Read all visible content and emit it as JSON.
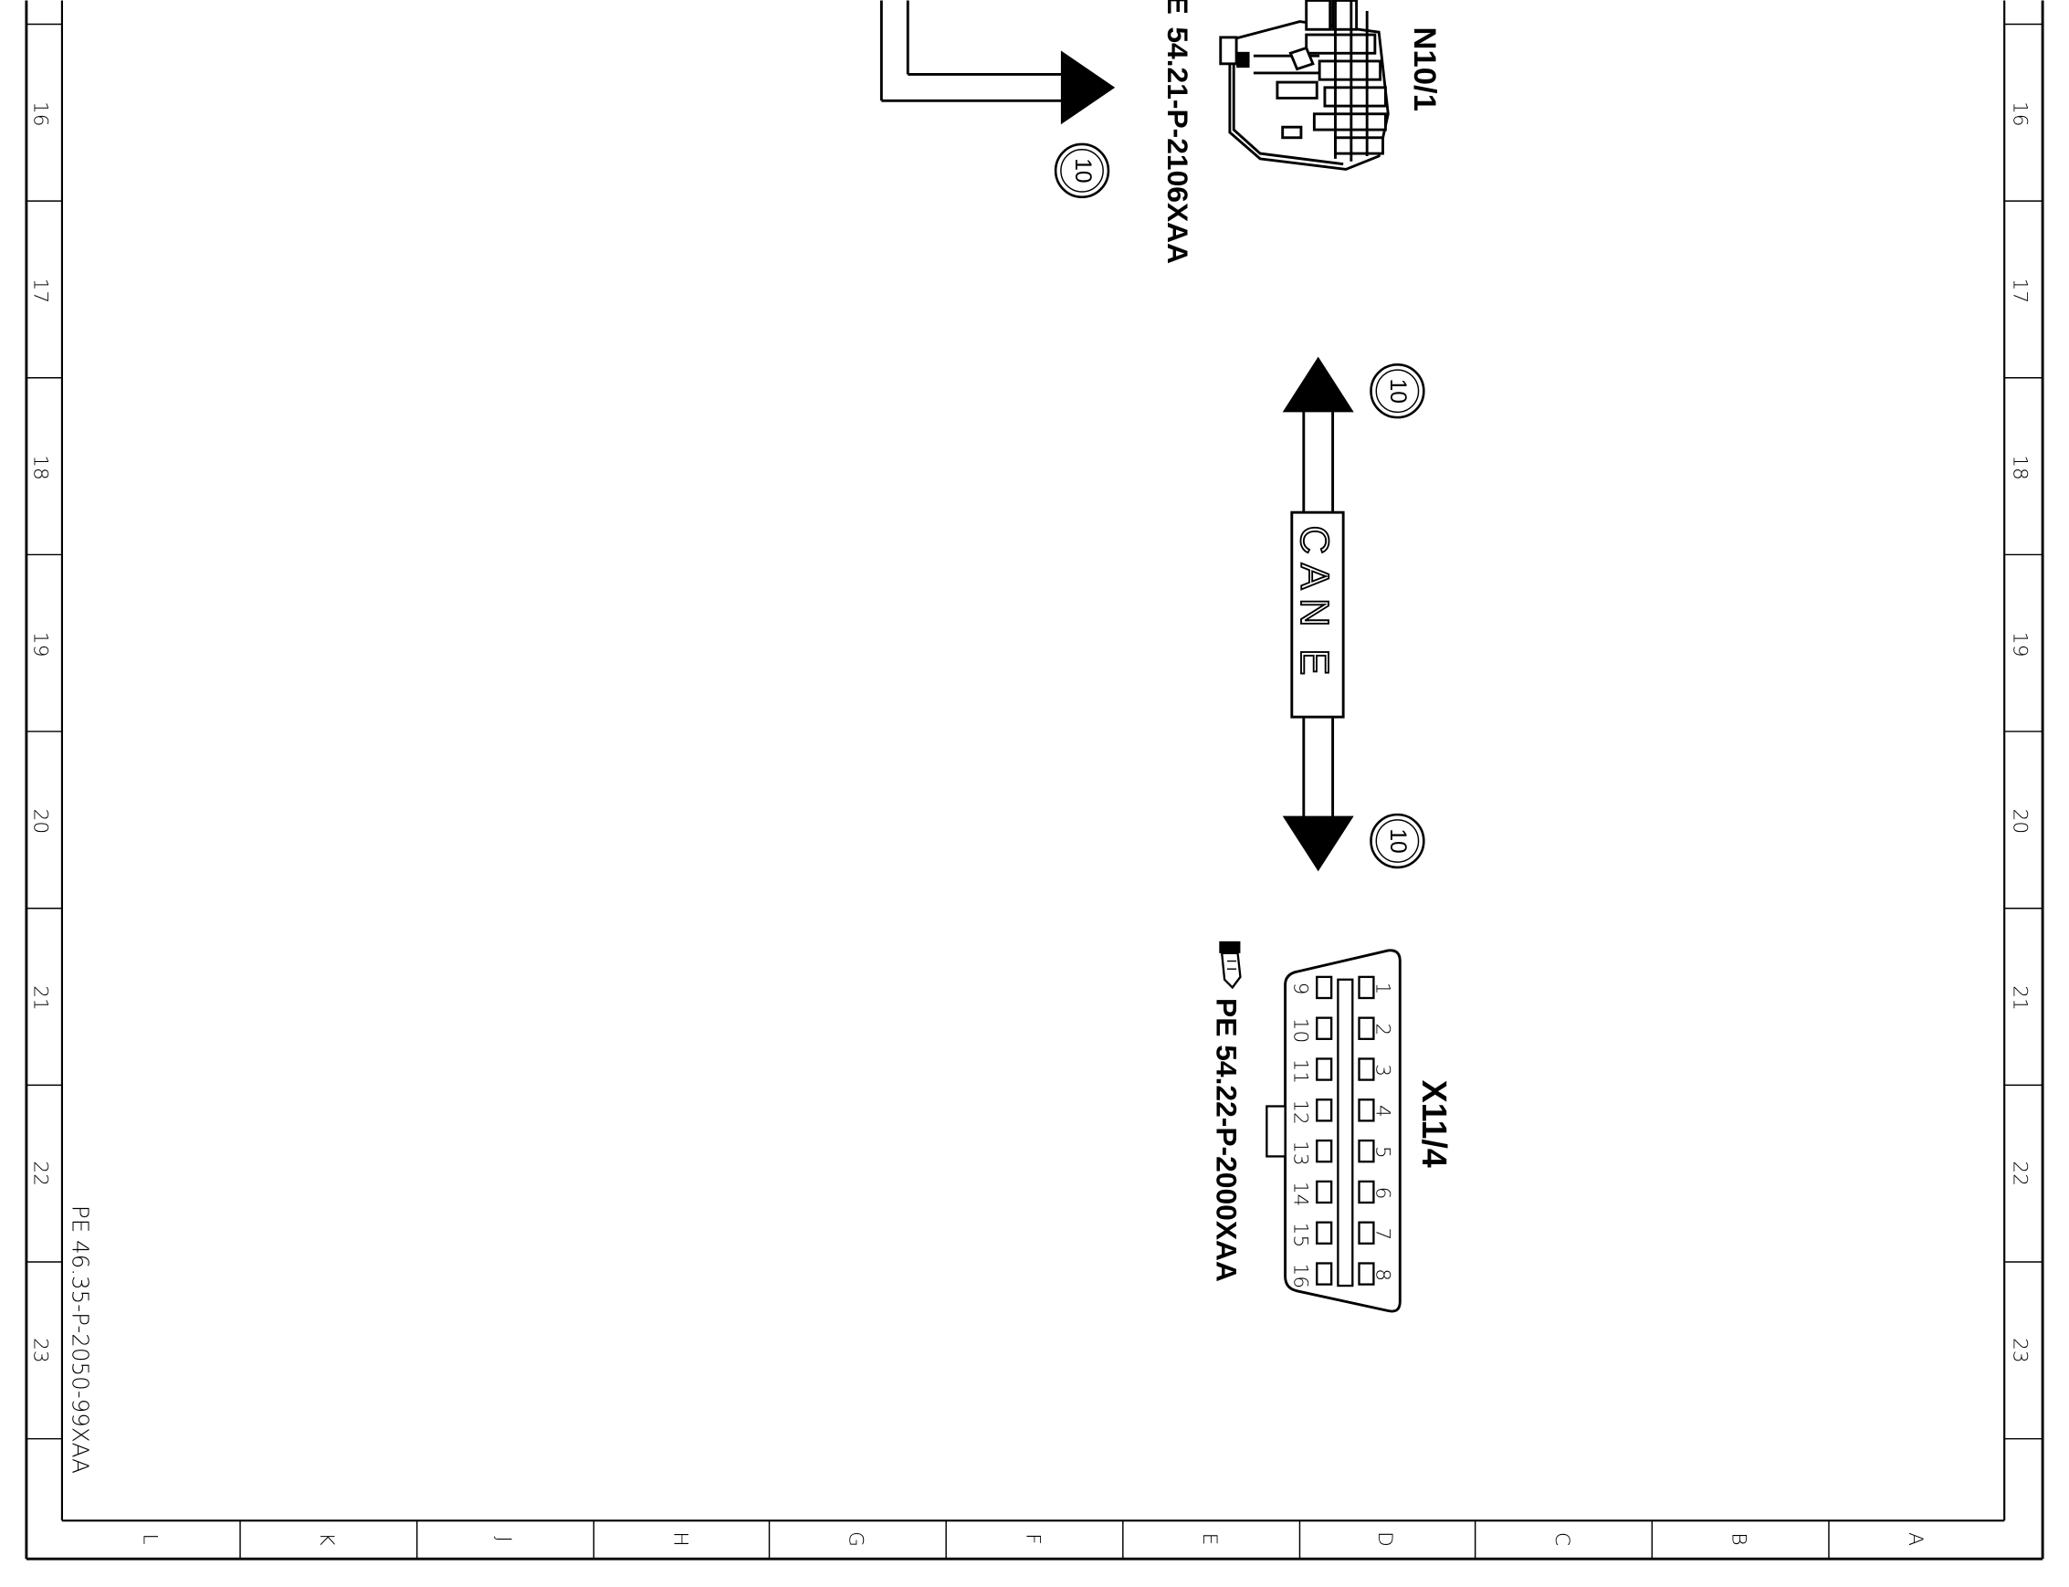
{
  "drawing": {
    "doc_number": "PE 46.35-P-2050-99XAA",
    "row_labels": [
      "16",
      "17",
      "18",
      "19",
      "20",
      "21",
      "22",
      "23"
    ],
    "column_labels": [
      "L",
      "K",
      "J",
      "H",
      "G",
      "F",
      "E",
      "D",
      "C",
      "B",
      "A"
    ]
  },
  "components": {
    "control_unit": {
      "label": "N10/1",
      "reference": "54.21-P-2106XAA",
      "reference_prefix": "E"
    },
    "diagnostic_connector": {
      "label": "X11/4",
      "reference": "PE 54.22-P-2000XAA",
      "pins_top": [
        "1",
        "2",
        "3",
        "4",
        "5",
        "6",
        "7",
        "8"
      ],
      "pins_bottom": [
        "9",
        "10",
        "11",
        "12",
        "13",
        "14",
        "15",
        "16"
      ]
    }
  },
  "bus": {
    "label": "C A N  E"
  },
  "connection_markers": {
    "marker_1": "10",
    "marker_2": "10",
    "marker_3": "10"
  }
}
